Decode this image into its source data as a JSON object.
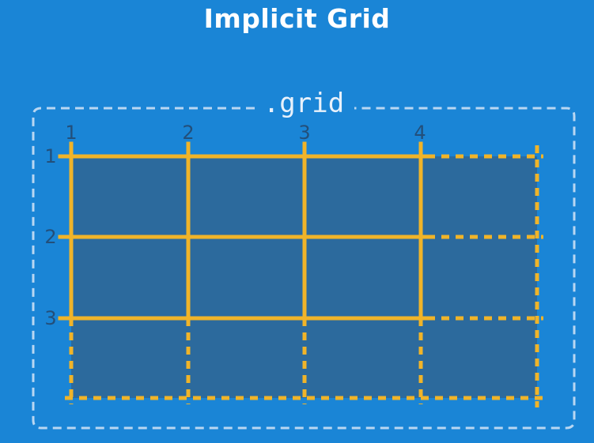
{
  "title": "Implicit Grid",
  "container_label": ".grid",
  "column_lines": [
    "1",
    "2",
    "3",
    "4"
  ],
  "row_lines": [
    "1",
    "2",
    "3"
  ],
  "explicit_grid": {
    "columns": 3,
    "rows": 2
  },
  "implicit_grid": {
    "columns": 4,
    "rows": 3
  },
  "colors": {
    "background": "#1a85d6",
    "cell_fill": "#2c6a9d",
    "grid_line": "#f0b429",
    "container_border": "#b9d7f2",
    "line_number": "#234f7a",
    "title_text": "#ffffff"
  }
}
